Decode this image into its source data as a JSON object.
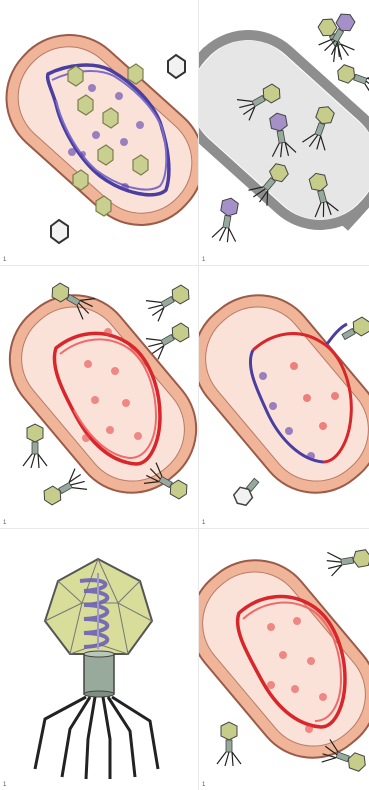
{
  "figure": {
    "panels": [
      {
        "id": "infection-early",
        "number": "1"
      },
      {
        "id": "cell-lysis",
        "number": "1"
      },
      {
        "id": "phages-attach-red-dna",
        "number": "1"
      },
      {
        "id": "phage-injecting-blue-dna",
        "number": "1"
      },
      {
        "id": "phage-closeup",
        "number": "1"
      },
      {
        "id": "cell-with-red-dna",
        "number": "1"
      }
    ]
  },
  "colors": {
    "cell_wall": "#f0b598",
    "cell_wall_stroke": "#9b5b48",
    "cytoplasm_pink": "#fbe2d8",
    "lysed_cell": "#d9d9d9",
    "dna_blue": "#4a3ea0",
    "dna_red": "#d8262b",
    "phage_head": "#d8dd9a",
    "phage_collar": "#98aa9b",
    "phage_legs": "#222222"
  }
}
